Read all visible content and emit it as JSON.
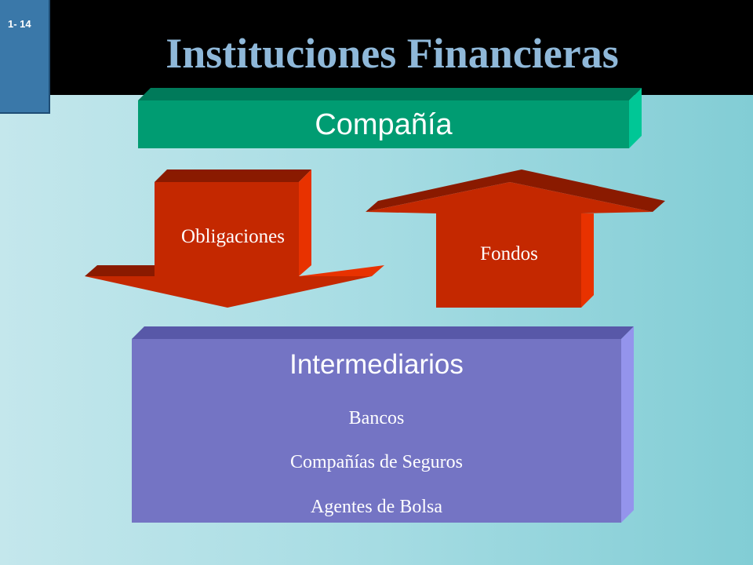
{
  "slide_number": "1- 14",
  "title": "Instituciones Financieras",
  "company": {
    "label": "Compañía"
  },
  "flows": {
    "down_arrow_label": "Obligaciones",
    "up_arrow_label": "Fondos"
  },
  "intermediaries": {
    "title": "Intermediarios",
    "items": [
      "Bancos",
      "Compañías de Seguros",
      "Agentes de Bolsa"
    ]
  },
  "colors": {
    "company_box": "#009c72",
    "arrows": "#c42800",
    "intermediaries_box": "#7474c4",
    "title_text": "#8fb8d9"
  }
}
